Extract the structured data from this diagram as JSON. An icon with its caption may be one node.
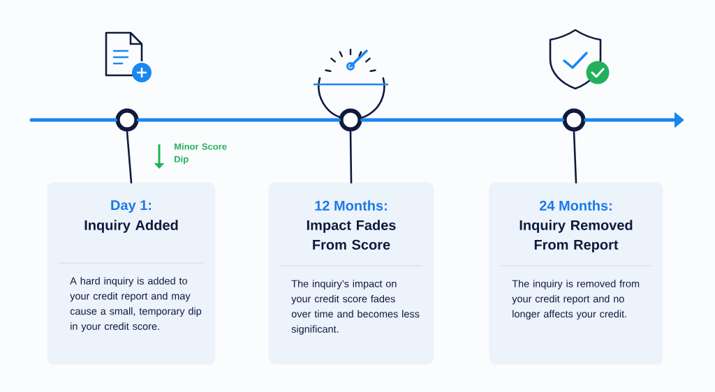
{
  "diagram": {
    "nodes": [
      {
        "text": [],
        "shape": "circle"
      },
      {
        "text": [],
        "shape": "circle"
      },
      {
        "text": [],
        "shape": "circle"
      },
      {
        "text": [
          "Day 1:",
          "Inquiry Added",
          "A hard inquiry is added to your credit report and may cause a small, temporary dip in your credit score."
        ]
      },
      {
        "text": [
          "12 Months:",
          "Impact Fades From Score",
          "The inquiry’s impact on your credit score fades over time and becomes less significant."
        ]
      },
      {
        "text": [
          "24 Months:",
          "Inquiry Removed From Report",
          "The inquiry is removed from your credit report and no longer affects your credit."
        ]
      }
    ],
    "edges": [
      {
        "from": null,
        "to": 0,
        "arrow": "none"
      },
      {
        "from": 0,
        "to": 1,
        "arrow": "none"
      },
      {
        "from": 1,
        "to": 2,
        "arrow": "none"
      },
      {
        "from": 2,
        "to": null,
        "arrow": "to"
      },
      {
        "from": 0,
        "to": 3,
        "arrow": "none",
        "color": "#0f1b3d"
      },
      {
        "from": 1,
        "to": 4,
        "arrow": "none",
        "color": "#0f1b3d"
      },
      {
        "from": 2,
        "to": 5,
        "arrow": "none",
        "color": "#0f1b3d"
      }
    ],
    "labels": [
      "Minor Score Dip"
    ]
  }
}
